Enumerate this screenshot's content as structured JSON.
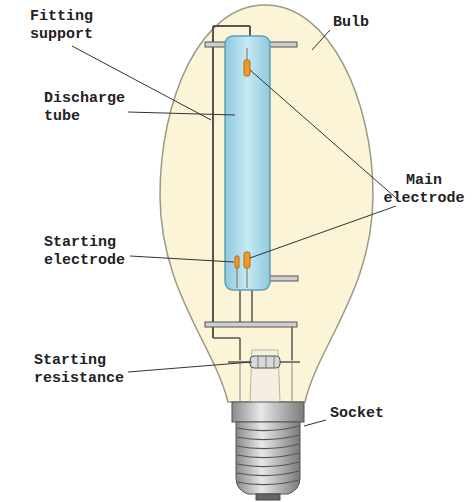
{
  "diagram": {
    "labels": [
      "Fitting support",
      "Bulb",
      "Discharge tube",
      "Main electrode",
      "Starting electrode",
      "Starting resistance",
      "Socket"
    ]
  }
}
